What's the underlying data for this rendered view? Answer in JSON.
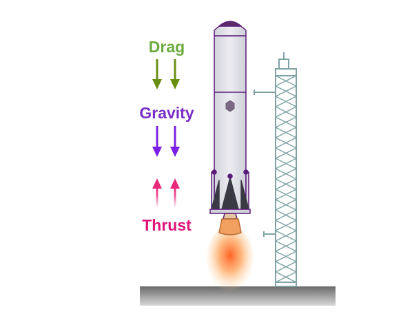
{
  "labels": {
    "drag": "Drag",
    "gravity": "Gravity",
    "thrust": "Thrust"
  },
  "colors": {
    "drag": "#6bab3f",
    "drag_arrow": "#6a8f10",
    "gravity": "#7a2fc7",
    "gravity_arrow": "#7b1fe6",
    "thrust": "#e0147a",
    "thrust_arrow": "#e8297a",
    "rocket_body": "#e2e2e8",
    "rocket_outline": "#5b1a7a",
    "tower": "#7fa3a4",
    "ground": "#707070",
    "flame": "#ff7a2a"
  }
}
